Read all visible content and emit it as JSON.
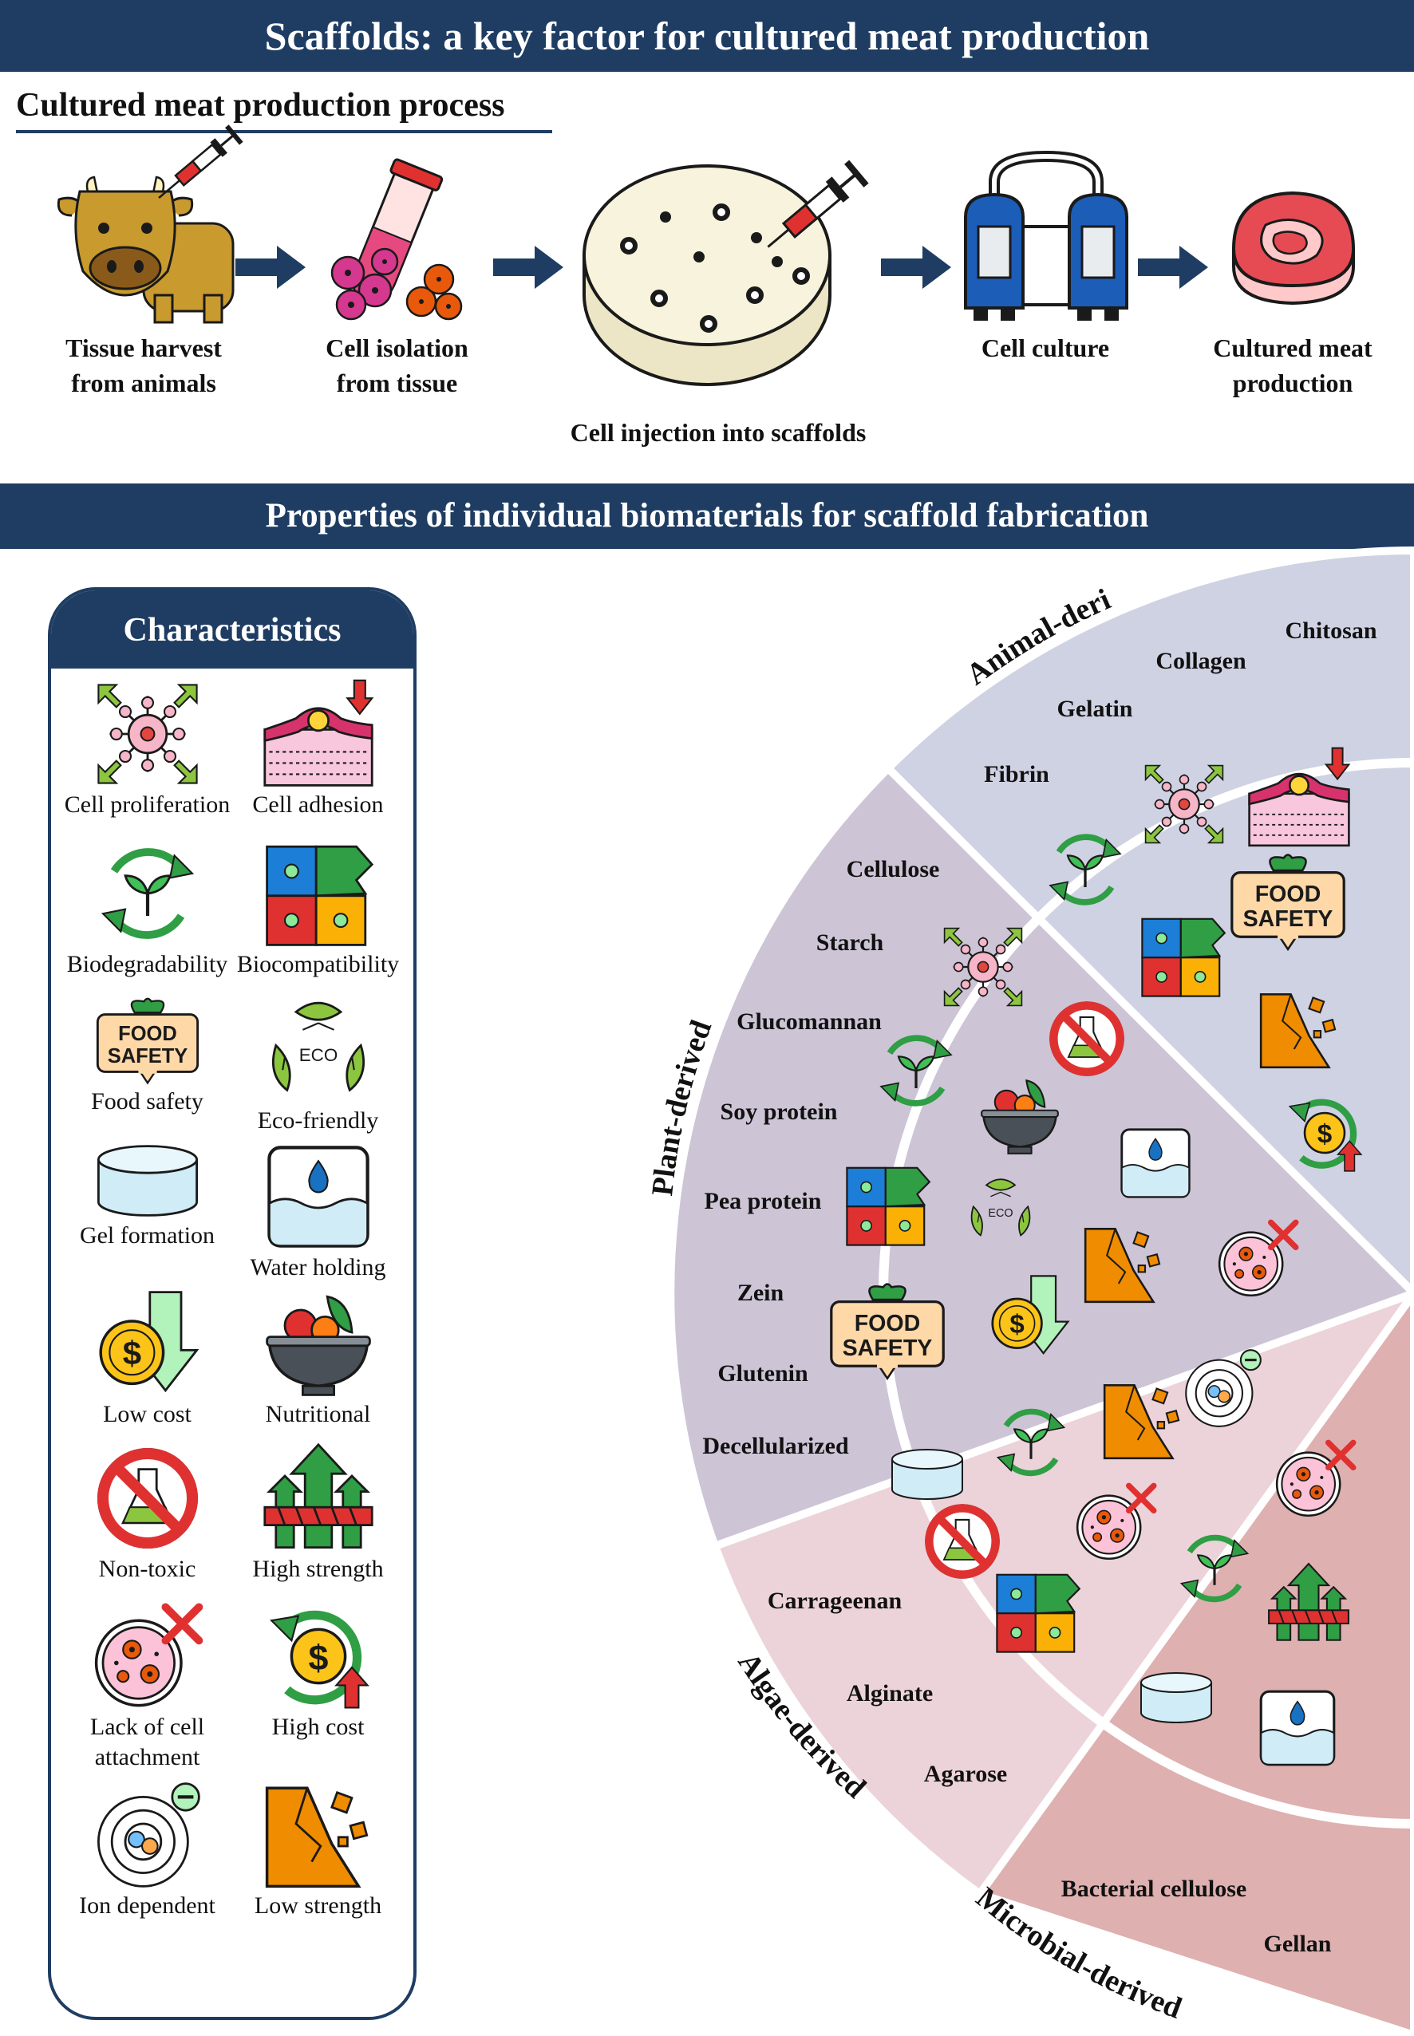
{
  "title": "Scaffolds: a key factor for cultured meat production",
  "process": {
    "title": "Cultured meat production process",
    "steps": [
      {
        "label": "Tissue harvest\nfrom animals",
        "icon": "cow-syringe-icon"
      },
      {
        "label": "Cell isolation\nfrom tissue",
        "icon": "test-tube-cells-icon"
      },
      {
        "label": "Cell injection into scaffolds",
        "icon": "scaffold-dish-icon"
      },
      {
        "label": "Cell culture",
        "icon": "bioreactor-icon"
      },
      {
        "label": "Cultured meat\nproduction",
        "icon": "meat-steak-icon"
      }
    ]
  },
  "properties_title": "Properties of individual biomaterials for scaffold fabrication",
  "legend": {
    "title": "Characteristics",
    "items": [
      {
        "label": "Cell proliferation",
        "icon": "cell-proliferation-icon"
      },
      {
        "label": "Cell adhesion",
        "icon": "cell-adhesion-icon"
      },
      {
        "label": "Biodegradability",
        "icon": "biodegradability-icon"
      },
      {
        "label": "Biocompatibility",
        "icon": "biocompatibility-icon"
      },
      {
        "label": "Food safety",
        "icon": "food-safety-icon"
      },
      {
        "label": "Eco-friendly",
        "icon": "eco-friendly-icon"
      },
      {
        "label": "Gel formation",
        "icon": "gel-formation-icon"
      },
      {
        "label": "Water holding",
        "icon": "water-holding-icon"
      },
      {
        "label": "Low cost",
        "icon": "low-cost-icon"
      },
      {
        "label": "Nutritional",
        "icon": "nutritional-icon"
      },
      {
        "label": "Non-toxic",
        "icon": "non-toxic-icon"
      },
      {
        "label": "High strength",
        "icon": "high-strength-icon"
      },
      {
        "label": "Lack of cell\nattachment",
        "icon": "lack-cell-attachment-icon"
      },
      {
        "label": "High cost",
        "icon": "high-cost-icon"
      },
      {
        "label": "Ion dependent",
        "icon": "ion-dependent-icon"
      },
      {
        "label": "Low strength",
        "icon": "low-strength-icon"
      }
    ],
    "badge_food": "FOOD",
    "badge_safety": "SAFETY",
    "eco_text": "ECO"
  },
  "categories": [
    {
      "name": "Animal-derived",
      "materials": [
        "Chitosan",
        "Collagen",
        "Gelatin",
        "Fibrin"
      ],
      "properties": [
        "cell-proliferation",
        "cell-adhesion",
        "biodegradability",
        "food-safety",
        "biocompatibility",
        "low-strength",
        "high-cost"
      ]
    },
    {
      "name": "Plant-derived",
      "materials": [
        "Cellulose",
        "Starch",
        "Glucomannan",
        "Soy protein",
        "Pea protein",
        "Zein",
        "Glutenin",
        "Decellularized"
      ],
      "properties": [
        "cell-proliferation",
        "non-toxic",
        "biodegradability",
        "nutritional",
        "water-holding",
        "biocompatibility",
        "eco-friendly",
        "low-strength",
        "lack-cell-attachment",
        "food-safety",
        "low-cost"
      ]
    },
    {
      "name": "Algae-derived",
      "materials": [
        "Carrageenan",
        "Alginate",
        "Agarose"
      ],
      "properties": [
        "ion-dependent",
        "low-strength",
        "gel-formation",
        "biodegradability",
        "non-toxic",
        "lack-cell-attachment",
        "biocompatibility"
      ]
    },
    {
      "name": "Microbial-derived",
      "materials": [
        "Bacterial cellulose",
        "Gellan"
      ],
      "properties": [
        "lack-cell-attachment",
        "biodegradability",
        "high-strength",
        "gel-formation",
        "water-holding"
      ]
    }
  ],
  "colors": {
    "navy": "#1f3d63",
    "animal": "#cfd2e2",
    "plant": "#cdc4d6",
    "algae": "#ecd3d9",
    "microbial": "#deb0b0",
    "arrow": "#1f3d63"
  }
}
